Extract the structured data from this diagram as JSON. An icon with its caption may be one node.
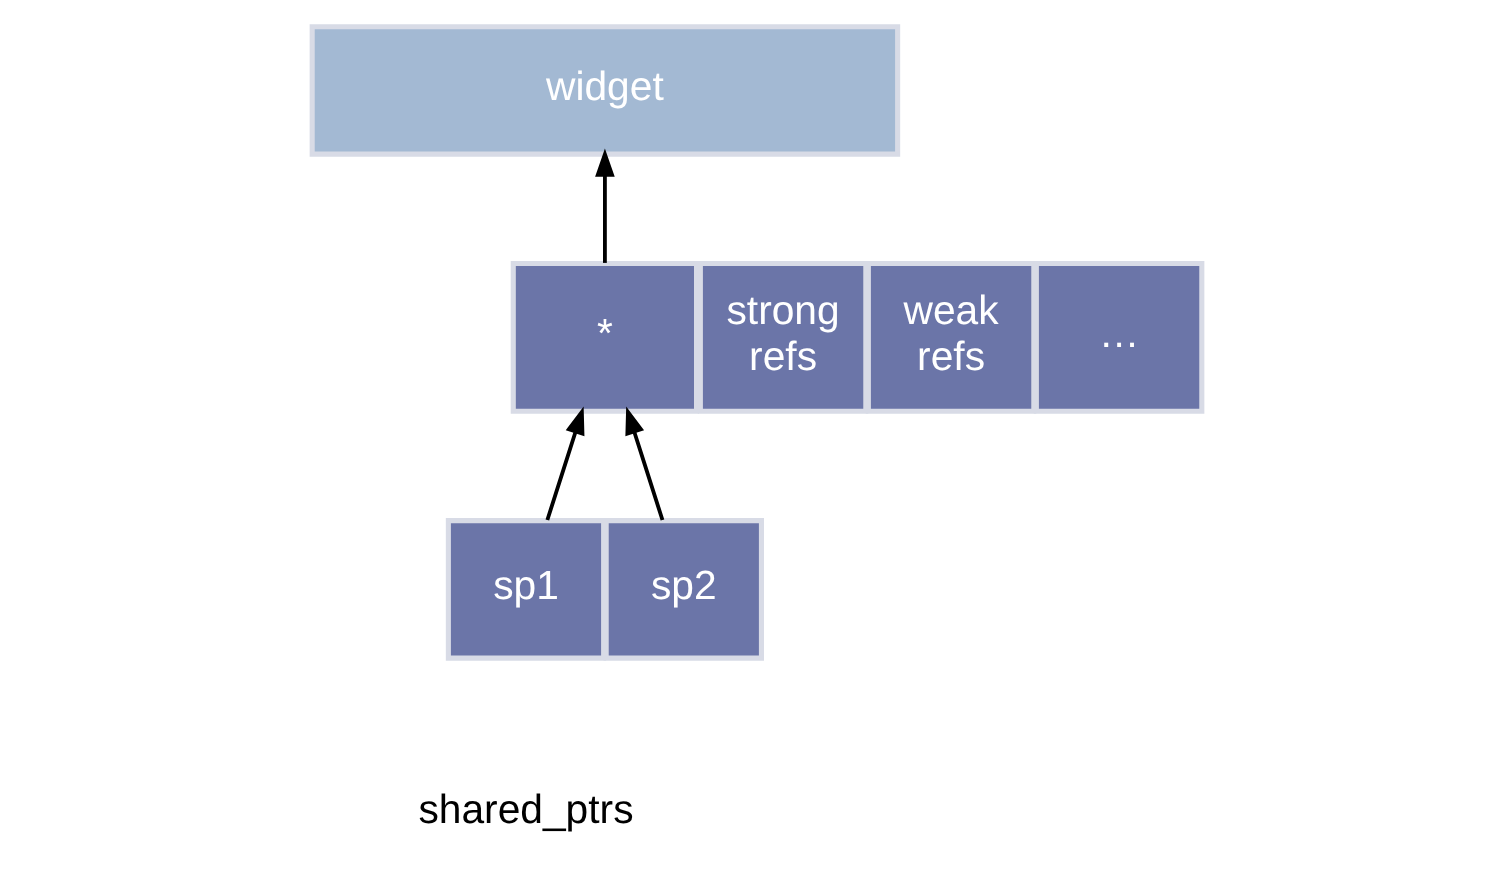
{
  "diagram": {
    "nodes": [
      {
        "text": [
          "widget"
        ]
      },
      {
        "text": [
          "*"
        ]
      },
      {
        "text": [
          "strong refs"
        ]
      },
      {
        "text": [
          "weak refs"
        ]
      },
      {
        "text": [
          "…"
        ]
      },
      {
        "text": [
          "sp1"
        ]
      },
      {
        "text": [
          "sp2"
        ]
      }
    ],
    "edges": [
      {
        "from": 5,
        "to": 1,
        "arrow": "to"
      },
      {
        "from": 6,
        "to": 1,
        "arrow": "to"
      },
      {
        "from": 1,
        "to": 0,
        "arrow": "to"
      }
    ],
    "labels": [
      "shared_ptrs"
    ]
  }
}
